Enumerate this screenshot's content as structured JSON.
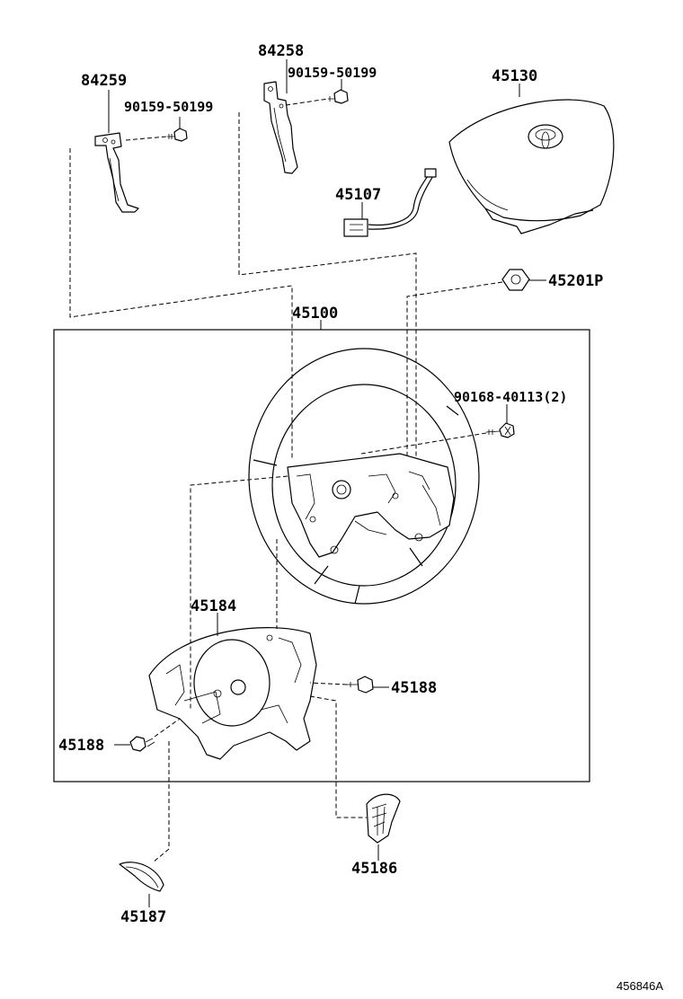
{
  "parts": {
    "bracket_left": "84259",
    "bracket_right": "84258",
    "screw_left": "90159-50199",
    "screw_right": "90159-50199",
    "airbag": "45130",
    "spiral_cable": "45107",
    "nut": "45201P",
    "wheel_assembly": "45100",
    "screw_set": "90168-40113(2)",
    "lower_cover": "45184",
    "screw_a": "45188",
    "screw_b": "45188",
    "switch": "45186",
    "garnish": "45187"
  },
  "diagram_ref": "456846A",
  "icons": {
    "logo": "toyota-emblem-icon"
  }
}
